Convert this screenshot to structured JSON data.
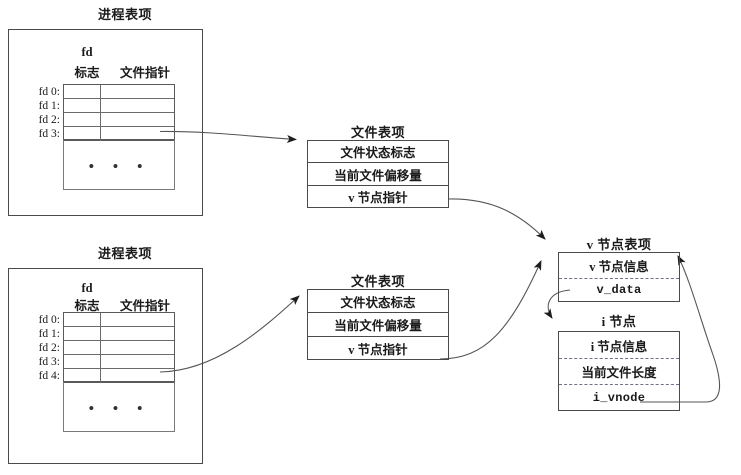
{
  "diagram": {
    "title_process_table": "进程表项",
    "title_file_table": "文件表项",
    "title_vnode_table": "v 节点表项",
    "title_inode": "i 节点",
    "column_header_fd": "fd",
    "column_header_flags": "标志",
    "column_header_file_pointer": "文件指针",
    "ellipsis": "• • •"
  },
  "process_tables": [
    {
      "name": "process-table-1",
      "caption": "进程表项",
      "header_fd": "fd",
      "header_flags": "标志",
      "header_pointer": "文件指针",
      "rows": [
        {
          "label": "fd 0:"
        },
        {
          "label": "fd 1:"
        },
        {
          "label": "fd 2:"
        },
        {
          "label": "fd 3:"
        }
      ],
      "ellipsis": "• • •",
      "linked_row": "fd 3:"
    },
    {
      "name": "process-table-2",
      "caption": "进程表项",
      "header_fd": "fd",
      "header_flags": "标志",
      "header_pointer": "文件指针",
      "rows": [
        {
          "label": "fd 0:"
        },
        {
          "label": "fd 1:"
        },
        {
          "label": "fd 2:"
        },
        {
          "label": "fd 3:"
        },
        {
          "label": "fd 4:"
        }
      ],
      "ellipsis": "• • •",
      "linked_row": "fd 4:"
    }
  ],
  "file_tables": [
    {
      "name": "file-table-1",
      "caption": "文件表项",
      "cells": [
        "文件状态标志",
        "当前文件偏移量",
        "v 节点指针"
      ]
    },
    {
      "name": "file-table-2",
      "caption": "文件表项",
      "cells": [
        "文件状态标志",
        "当前文件偏移量",
        "v 节点指针"
      ]
    }
  ],
  "vnode_table": {
    "caption": "v 节点表项",
    "cells": [
      {
        "text": "v 节点信息",
        "style": "cjk"
      },
      {
        "text": "v_data",
        "style": "mono"
      }
    ]
  },
  "inode_table": {
    "caption": "i 节点",
    "cells": [
      {
        "text": "i 节点信息",
        "style": "cjk"
      },
      {
        "text": "当前文件长度",
        "style": "cjk"
      },
      {
        "text": "i_vnode",
        "style": "mono"
      }
    ]
  },
  "colors": {
    "line": "#4a4a4a",
    "grid": "#6b6b6b",
    "dashed": "#6f6f8a",
    "text": "#1a1a1a",
    "background": "#ffffff"
  }
}
